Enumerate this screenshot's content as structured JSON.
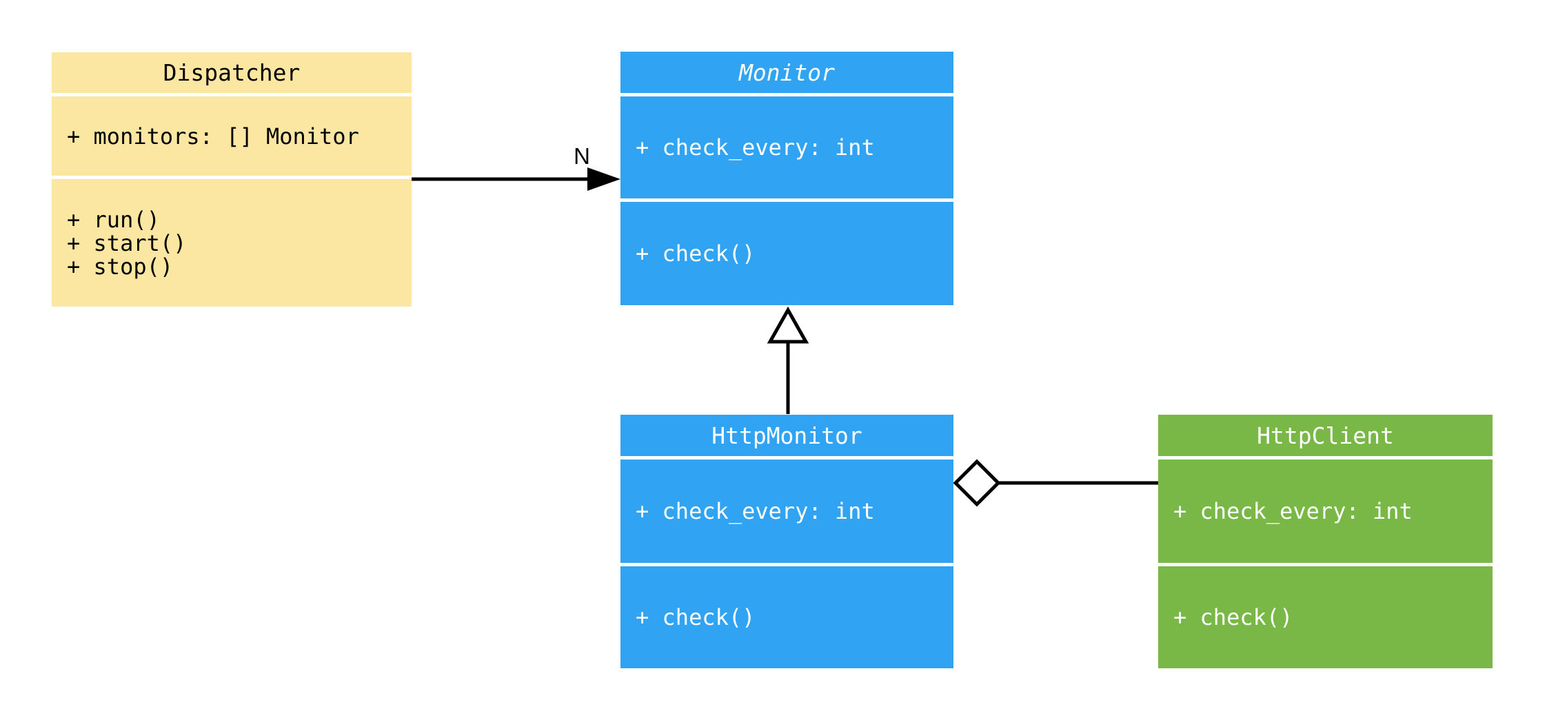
{
  "diagram": {
    "type": "uml-class-diagram",
    "colors": {
      "background": "#FFFFFF",
      "dispatcher_fill": "#FBE7A1",
      "monitor_fill": "#31A3F3",
      "httpmonitor_fill": "#31A3F3",
      "httpclient_fill": "#79B747",
      "line": "#000000",
      "text_on_light": "#000000",
      "text_on_dark": "#FFFFFF"
    },
    "classes": [
      {
        "name": "Dispatcher",
        "abstract": false,
        "attributes": [
          "+ monitors: [] Monitor"
        ],
        "methods": [
          "+ run()",
          "+ start()",
          "+ stop()"
        ]
      },
      {
        "name": "Monitor",
        "abstract": true,
        "attributes": [
          "+ check_every: int"
        ],
        "methods": [
          "+ check()"
        ]
      },
      {
        "name": "HttpMonitor",
        "abstract": false,
        "attributes": [
          "+ check_every: int"
        ],
        "methods": [
          "+ check()"
        ]
      },
      {
        "name": "HttpClient",
        "abstract": false,
        "attributes": [
          "+ check_every: int"
        ],
        "methods": [
          "+ check()"
        ]
      }
    ],
    "relationships": [
      {
        "from": "Dispatcher",
        "to": "Monitor",
        "type": "directed-association",
        "label": "N"
      },
      {
        "from": "HttpMonitor",
        "to": "Monitor",
        "type": "inheritance",
        "label": ""
      },
      {
        "from": "HttpMonitor",
        "to": "HttpClient",
        "type": "aggregation",
        "label": ""
      }
    ]
  }
}
